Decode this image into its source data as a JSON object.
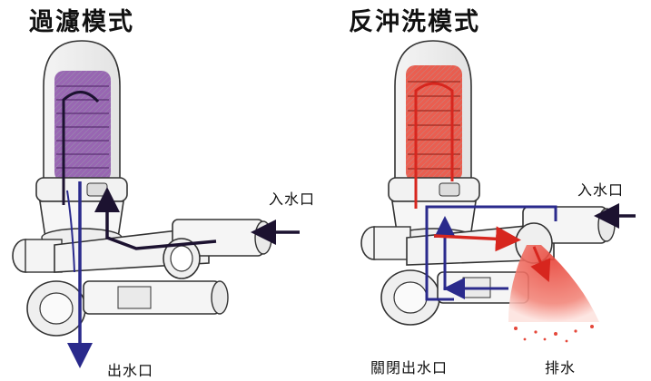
{
  "left_panel": {
    "title": "過濾模式",
    "inlet_label": "入水口",
    "outlet_label": "出水口"
  },
  "right_panel": {
    "title": "反沖洗模式",
    "inlet_label": "入水口",
    "closed_outlet_label": "關閉出水口",
    "drain_label": "排水"
  }
}
